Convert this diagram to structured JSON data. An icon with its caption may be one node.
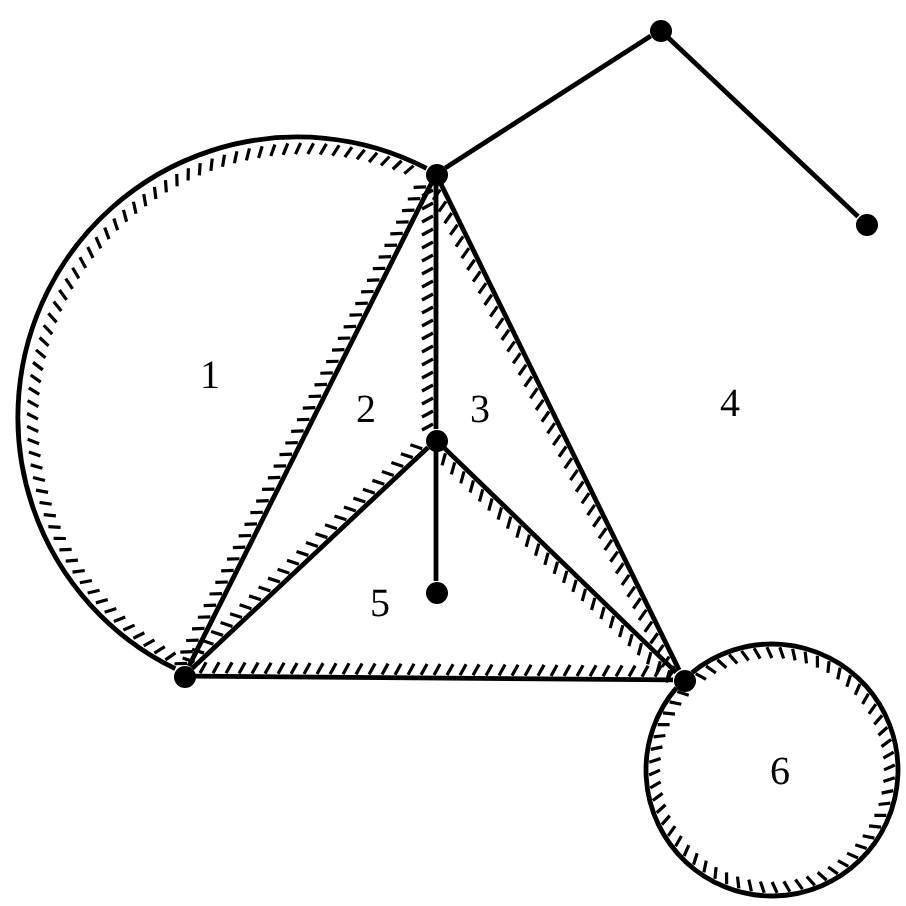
{
  "diagram": {
    "nodes": [
      {
        "text": [],
        "shape": "circle"
      },
      {
        "text": [],
        "shape": "circle"
      },
      {
        "text": [],
        "shape": "circle"
      },
      {
        "text": [],
        "shape": "circle"
      },
      {
        "text": [],
        "shape": "circle"
      },
      {
        "text": [],
        "shape": "circle"
      },
      {
        "text": [],
        "shape": "circle"
      }
    ],
    "edges": [
      {
        "from": 1,
        "to": 0,
        "arrow": "none"
      },
      {
        "from": 0,
        "to": 2,
        "arrow": "none"
      },
      {
        "from": 1,
        "to": 5,
        "arrow": "none"
      },
      {
        "from": 1,
        "to": 5,
        "arrow": "none"
      },
      {
        "from": 1,
        "to": 3,
        "arrow": "none"
      },
      {
        "from": 1,
        "to": 6,
        "arrow": "none"
      },
      {
        "from": 3,
        "to": 5,
        "arrow": "none"
      },
      {
        "from": 3,
        "to": 6,
        "arrow": "none"
      },
      {
        "from": 3,
        "to": 4,
        "arrow": "none"
      },
      {
        "from": 5,
        "to": 6,
        "arrow": "none"
      },
      {
        "from": 6,
        "to": 6,
        "arrow": "none"
      }
    ],
    "labels": [
      "1",
      "2",
      "3",
      "4",
      "5",
      "6"
    ]
  }
}
